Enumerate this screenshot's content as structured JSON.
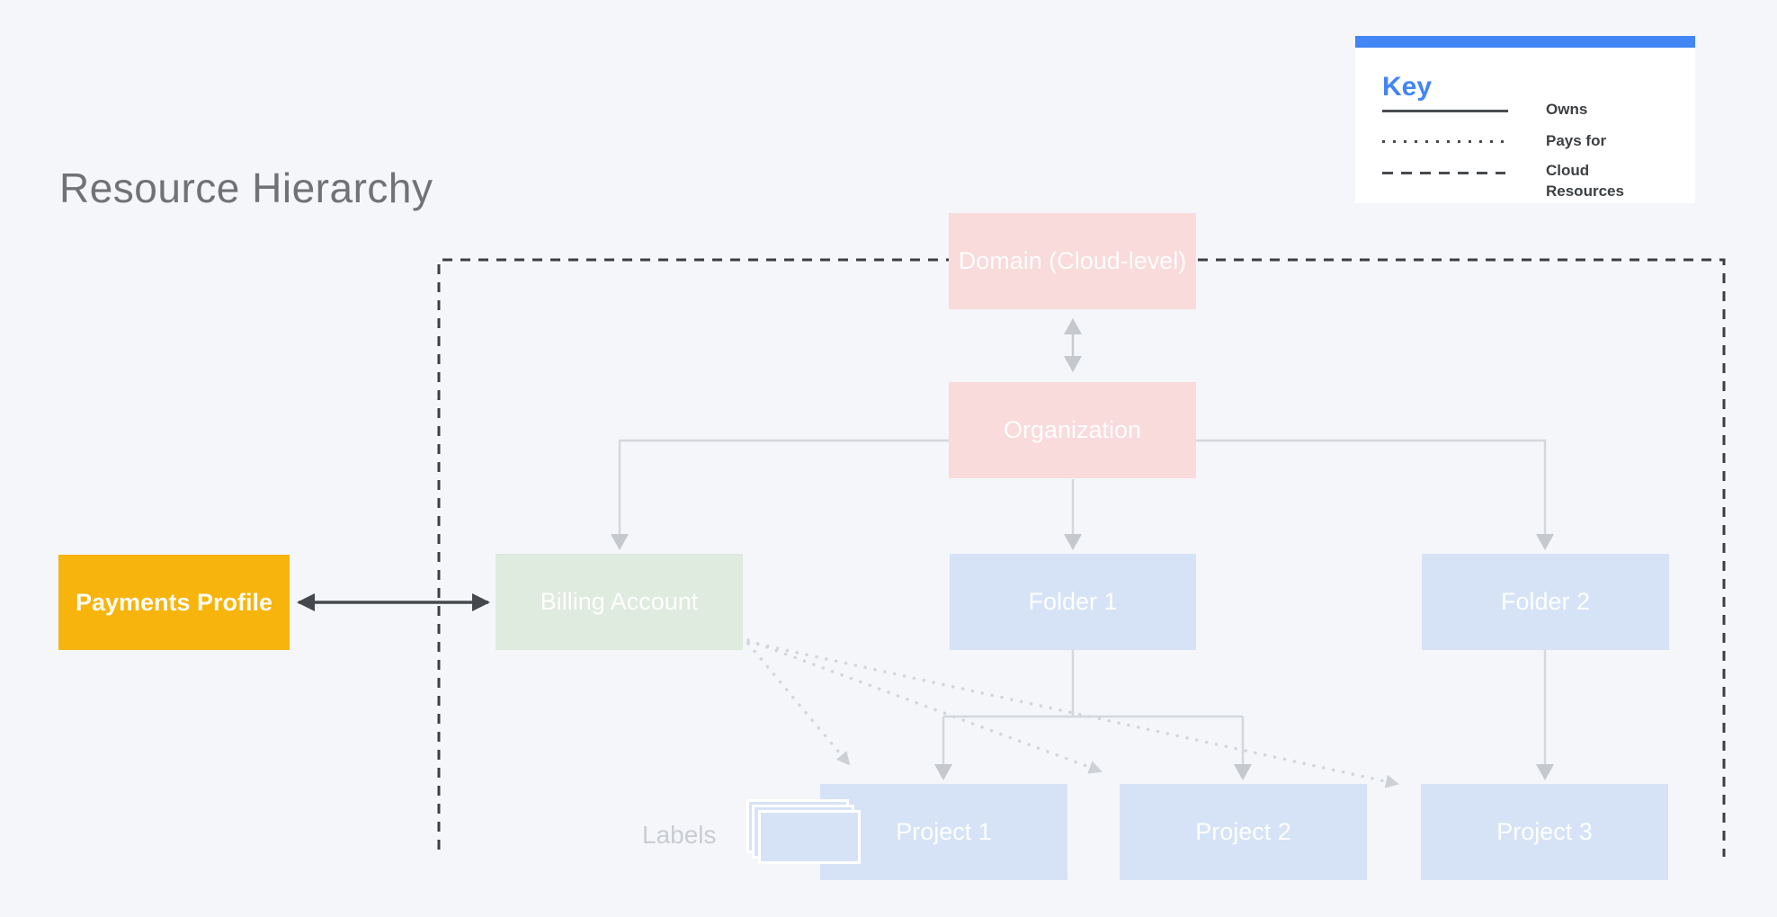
{
  "page": {
    "title": "Resource Hierarchy"
  },
  "key": {
    "title": "Key",
    "entries": [
      {
        "style": "solid",
        "label": "Owns"
      },
      {
        "style": "dotted",
        "label": "Pays for"
      },
      {
        "style": "dashed",
        "label": "Cloud Resources"
      }
    ]
  },
  "nodes": {
    "domain": "Domain (Cloud-level)",
    "organization": "Organization",
    "payments_profile": "Payments Profile",
    "billing_account": "Billing Account",
    "folder1": "Folder 1",
    "folder2": "Folder 2",
    "project1": "Project 1",
    "project2": "Project 2",
    "project3": "Project 3",
    "labels_caption": "Labels"
  },
  "colors": {
    "background": "#F4F6F9",
    "domain_organization_fill": "#F8DBDA",
    "billing_account_fill": "#DEEBDE",
    "folder_project_fill": "#D6E3F7",
    "payments_profile_fill": "#F6B40C",
    "key_accent_blue": "#4285F4",
    "dark_line": "#45484C",
    "light_connector": "#D4D7DB",
    "dashed_boundary": "#3B3E42",
    "legend_text": "#3C4043",
    "title_text": "#717275"
  }
}
